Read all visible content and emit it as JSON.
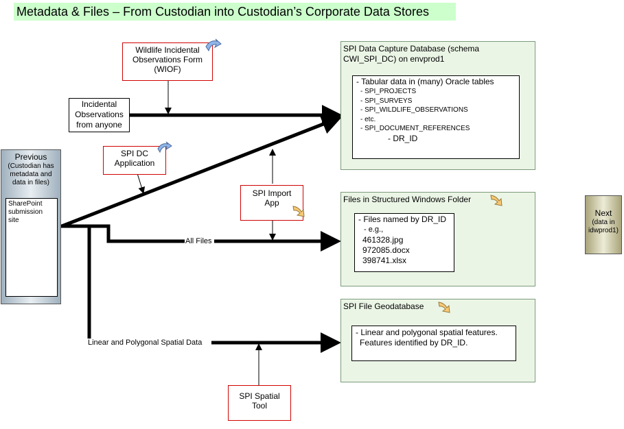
{
  "title": "Metadata & Files – From Custodian into Custodian’s Corporate Data Stores",
  "wiof": {
    "lines": [
      "Wildlife Incidental",
      "Observations Form",
      "(WIOF)"
    ]
  },
  "incidental": {
    "lines": [
      "Incidental",
      "Observations",
      "from anyone"
    ]
  },
  "previous": {
    "title": "Previous",
    "lines": [
      "(Custodian has",
      "metadata and",
      "data in files)"
    ],
    "sharepoint_lines": [
      "SharePoint",
      "submission",
      "site"
    ]
  },
  "spi_dc_app": {
    "lines": [
      "SPI DC",
      "Application"
    ]
  },
  "spi_import": {
    "lines": [
      "SPI Import",
      "App"
    ]
  },
  "spi_spatial": {
    "lines": [
      "SPI Spatial",
      "Tool"
    ]
  },
  "db": {
    "title_lines": [
      "SPI Data Capture Database (schema",
      "CWI_SPI_DC) on envprod1"
    ],
    "heading": "- Tabular data in (many) Oracle tables",
    "items": [
      "- SPI_PROJECTS",
      "- SPI_SURVEYS",
      "- SPI_WILDLIFE_OBSERVATIONS",
      "- etc.",
      "- SPI_DOCUMENT_REFERENCES"
    ],
    "subitem": "- DR_ID"
  },
  "files": {
    "title": "Files in Structured Windows Folder",
    "lines": [
      "- Files named by DR_ID",
      "- e.g.,",
      "461328.jpg",
      "972085.docx",
      "398741.xlsx"
    ]
  },
  "geodb": {
    "title": "SPI File Geodatabase",
    "lines": [
      "- Linear and polygonal spatial features.",
      "Features identified by DR_ID."
    ]
  },
  "labels": {
    "all_files": "All Files",
    "spatial_data": "Linear and Polygonal Spatial Data"
  },
  "next": {
    "title": "Next",
    "lines": [
      "(data in",
      "idwprod1)"
    ]
  },
  "colors": {
    "title_bg": "#ccffcc",
    "panel_bg": "#ebf5e6",
    "doc_border": "#d00000",
    "next_bg": "#d6d3b2",
    "prev_bg": "#c8d2da"
  },
  "icons": [
    "blue-arrow-icon",
    "orange-arrow-icon"
  ]
}
